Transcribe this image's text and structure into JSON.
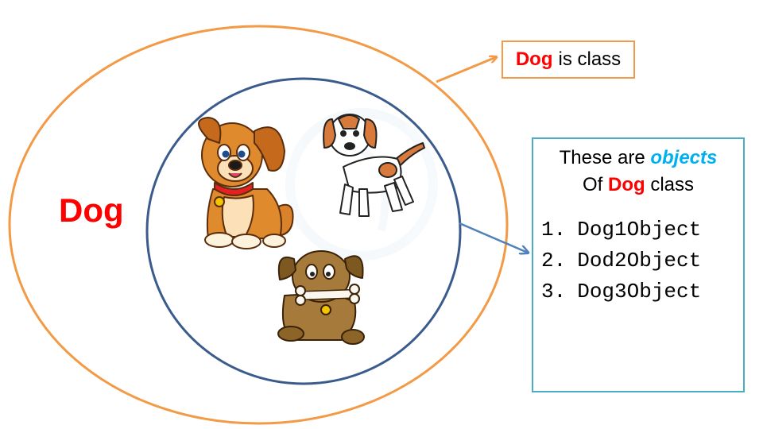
{
  "outer_label": "Dog",
  "class_callout": {
    "highlight": "Dog",
    "rest": "is class"
  },
  "objects_box": {
    "line1_prefix": "These are",
    "line1_emph": "objects",
    "line2_prefix": "Of",
    "line2_highlight": "Dog",
    "line2_suffix": "class",
    "items": [
      {
        "num": "1.",
        "name": "Dog1Object"
      },
      {
        "num": "2.",
        "name": "Dod2Object"
      },
      {
        "num": "3.",
        "name": "Dog3Object"
      }
    ]
  },
  "colors": {
    "outer_circle": "#f39a46",
    "inner_circle": "#3a5b8c",
    "class_arrow": "#f39a46",
    "objects_arrow": "#4f81bd",
    "highlight_text": "#ff0000",
    "objects_emph": "#00b0f0",
    "objects_border": "#4bacc6"
  },
  "icons": [
    "cartoon-puppy-orange",
    "cartoon-puppy-beagle",
    "cartoon-puppy-with-bone"
  ]
}
